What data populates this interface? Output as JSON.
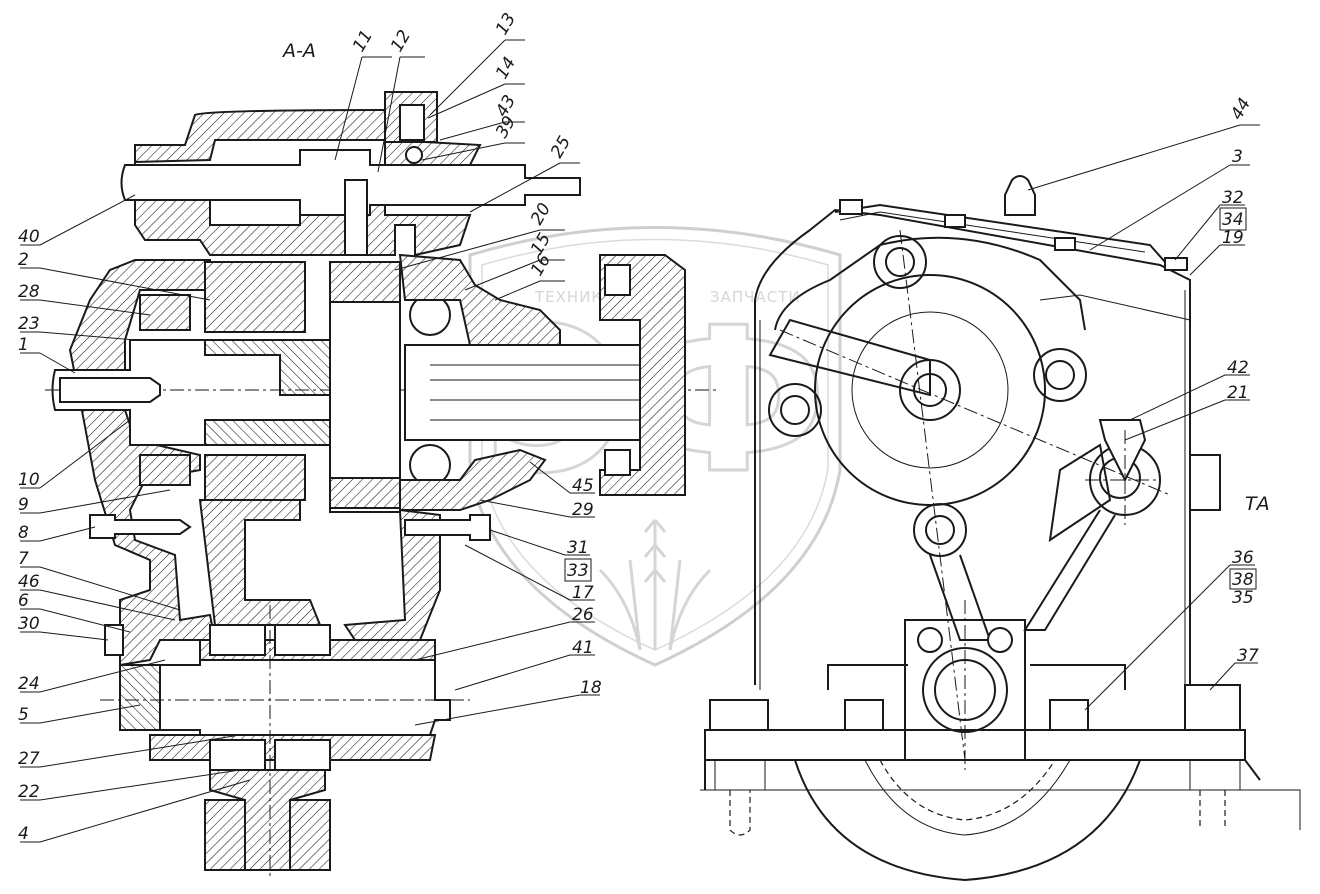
{
  "section_title": "А-А",
  "view_mark": "ТА",
  "watermark": {
    "text_left": "ТЕХНИКА",
    "text_right": "ЗАПЧАСТИ",
    "logo_letters": "ЭФ"
  },
  "callouts": [
    "11",
    "12",
    "13",
    "14",
    "43",
    "39",
    "25",
    "20",
    "15",
    "16",
    "40",
    "2",
    "28",
    "23",
    "1",
    "10",
    "9",
    "8",
    "7",
    "46",
    "6",
    "30",
    "24",
    "5",
    "27",
    "22",
    "4",
    "45",
    "29",
    "31",
    "33",
    "17",
    "26",
    "41",
    "18",
    "44",
    "3",
    "32",
    "34",
    "19",
    "42",
    "21",
    "36",
    "38",
    "35",
    "37"
  ]
}
